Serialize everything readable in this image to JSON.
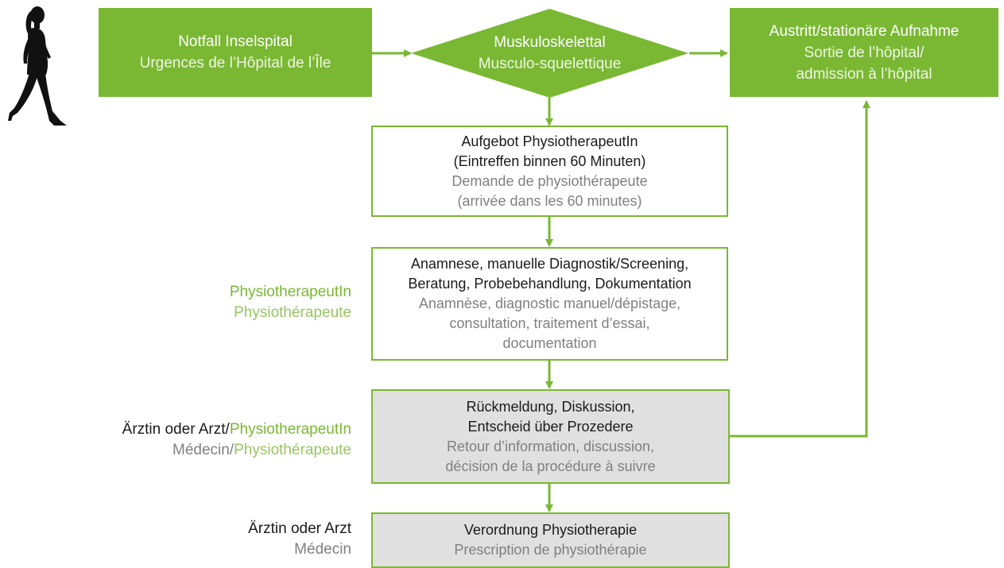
{
  "colors": {
    "accent": "#7ab833",
    "accent_light": "#98c562",
    "box_gray": "#e0e0e0",
    "text_dark": "#1a1a1a",
    "text_gray": "#808080"
  },
  "figure": {
    "icon": "walking-woman-silhouette-icon"
  },
  "nodes": {
    "emergency": {
      "de": "Notfall Inselspital",
      "fr": "Urgences de l’Hôpital de l’Île"
    },
    "decision": {
      "de": "Muskuloskelettal",
      "fr": "Musculo-squelettique"
    },
    "discharge": {
      "de": "Austritt/stationäre Aufnahme",
      "fr_1": "Sortie de l’hôpital/",
      "fr_2": "admission à l’hôpital"
    },
    "callout": {
      "de_1": "Aufgebot PhysiotherapeutIn",
      "de_2": "(Eintreffen binnen 60 Minuten)",
      "fr_1": "Demande de physiothérapeute",
      "fr_2": "(arrivée dans les 60 minutes)"
    },
    "assessment": {
      "de_1": "Anamnese, manuelle Diagnostik/Screening,",
      "de_2": "Beratung, Probebehandlung, Dokumentation",
      "fr_1": "Anamnèse, diagnostic manuel/dépistage,",
      "fr_2": "consultation, traitement d’essai,",
      "fr_3": "documentation"
    },
    "feedback": {
      "de_1": "Rückmeldung, Diskussion,",
      "de_2": "Entscheid über Prozedere",
      "fr_1": "Retour d’information, discussion,",
      "fr_2": "décision de la procédure à suivre"
    },
    "prescription": {
      "de": "Verordnung Physiotherapie",
      "fr": "Prescription de physiothérapie"
    }
  },
  "roles": {
    "physio": {
      "de": "PhysiotherapeutIn",
      "fr": "Physiothérapeute"
    },
    "doctor_physio": {
      "de_a": "Ärztin oder Arzt/",
      "de_b": "PhysiotherapeutIn",
      "fr_a": "Médecin/",
      "fr_b": "Physiothérapeute"
    },
    "doctor": {
      "de": "Ärztin oder Arzt",
      "fr": "Médecin"
    }
  }
}
